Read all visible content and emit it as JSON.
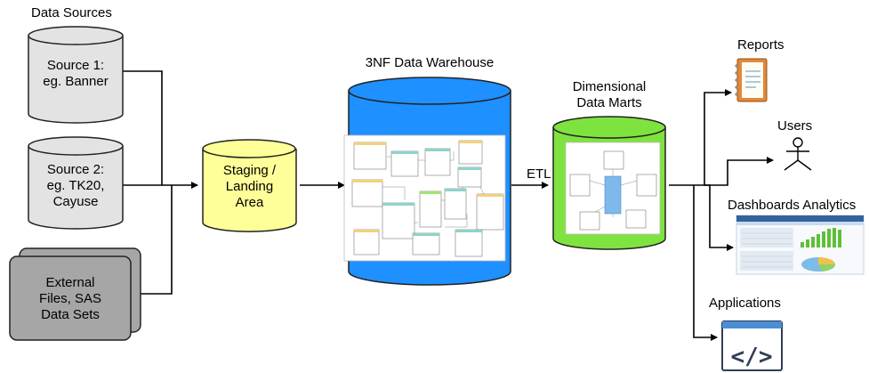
{
  "headings": {
    "data_sources": "Data Sources",
    "warehouse": "3NF Data Warehouse",
    "marts": [
      "Dimensional",
      "Data Marts"
    ]
  },
  "sources": {
    "source1": [
      "Source 1:",
      "eg. Banner"
    ],
    "source2": [
      "Source 2:",
      "eg. TK20,",
      "Cayuse"
    ],
    "external": [
      "External",
      "Files, SAS",
      "Data Sets"
    ]
  },
  "staging": [
    "Staging /",
    "Landing",
    "Area"
  ],
  "etl_label": "ETL",
  "outputs": {
    "reports": "Reports",
    "users": "Users",
    "dashboards": "Dashboards Analytics",
    "applications": "Applications"
  },
  "app_icon_glyph": "</>",
  "colors": {
    "source_fill": "#e3e3e3",
    "external_fill": "#a6a6a6",
    "staging_fill": "#ffff99",
    "warehouse_fill": "#1e90ff",
    "mart_fill": "#7fe33f",
    "line": "#000000"
  },
  "icons": [
    "notebook-icon",
    "stick-figure-icon",
    "dashboard-screenshot-icon",
    "code-window-icon"
  ]
}
